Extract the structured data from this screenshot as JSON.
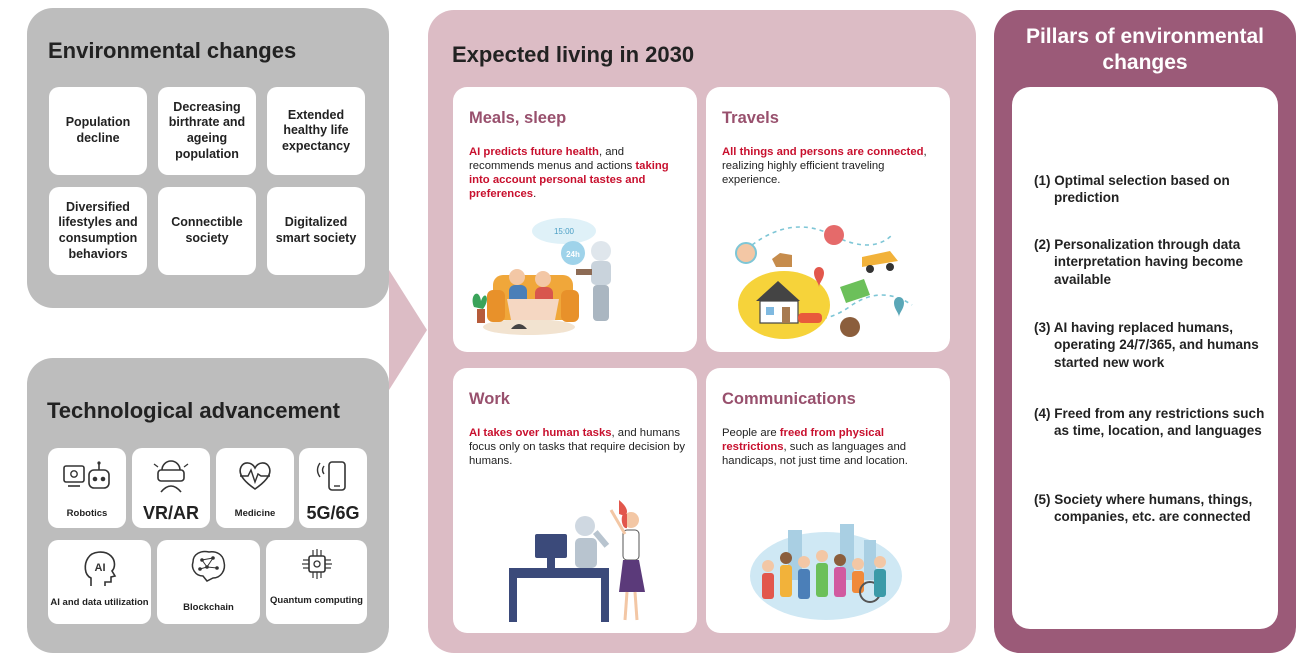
{
  "environmental": {
    "title": "Environmental changes",
    "items": [
      "Population decline",
      "Decreasing birthrate and ageing population",
      "Extended healthy life expectancy",
      "Diversified lifestyles and consumption behaviors",
      "Connectible society",
      "Digitalized smart society"
    ]
  },
  "technological": {
    "title": "Technological advancement",
    "items": [
      {
        "label": "Robotics",
        "icon": "robot-icon"
      },
      {
        "label": "VR/AR",
        "icon": "vr-headset-icon"
      },
      {
        "label": "Medicine",
        "icon": "heart-pulse-icon"
      },
      {
        "label": "5G/6G",
        "icon": "smartphone-signal-icon"
      },
      {
        "label": "AI and data utilization",
        "icon": "ai-head-icon"
      },
      {
        "label": "Blockchain",
        "icon": "brain-network-icon"
      },
      {
        "label": "Quantum computing",
        "icon": "chip-icon"
      }
    ]
  },
  "living": {
    "title": "Expected living in 2030",
    "cards": [
      {
        "title": "Meals, sleep",
        "parts": [
          {
            "text": "AI predicts future health",
            "hl": true
          },
          {
            "text": ", and recommends menus and actions ",
            "hl": false
          },
          {
            "text": "taking into account personal tastes and preferences",
            "hl": true
          },
          {
            "text": ".",
            "hl": false
          }
        ],
        "clock_text": "15:00",
        "badge_text": "24h"
      },
      {
        "title": "Travels",
        "parts": [
          {
            "text": "All things and persons are connected",
            "hl": true
          },
          {
            "text": ", realizing highly efficient traveling experience.",
            "hl": false
          }
        ]
      },
      {
        "title": "Work",
        "parts": [
          {
            "text": "AI takes over human tasks",
            "hl": true
          },
          {
            "text": ", and humans focus only on tasks that require decision by humans.",
            "hl": false
          }
        ]
      },
      {
        "title": "Communications",
        "parts": [
          {
            "text": "People are ",
            "hl": false
          },
          {
            "text": "freed from physical restrictions",
            "hl": true
          },
          {
            "text": ", such as languages and handicaps, not just time and location.",
            "hl": false
          }
        ]
      }
    ]
  },
  "pillars": {
    "title": "Pillars of environmental changes",
    "items": [
      "(1) Optimal selection based on prediction",
      "(2) Personalization through data interpretation having become available",
      "(3) AI having replaced humans, operating 24/7/365, and humans started new work",
      "(4) Freed from any restrictions such as time, location, and languages",
      "(5) Society where humans, things, companies, etc. are connected"
    ]
  },
  "colors": {
    "grey_panel": "#bdbdbd",
    "pink_panel": "#dcbcc5",
    "plum_panel": "#9b5a78",
    "card_title": "#98506d",
    "highlight": "#c8102e"
  }
}
